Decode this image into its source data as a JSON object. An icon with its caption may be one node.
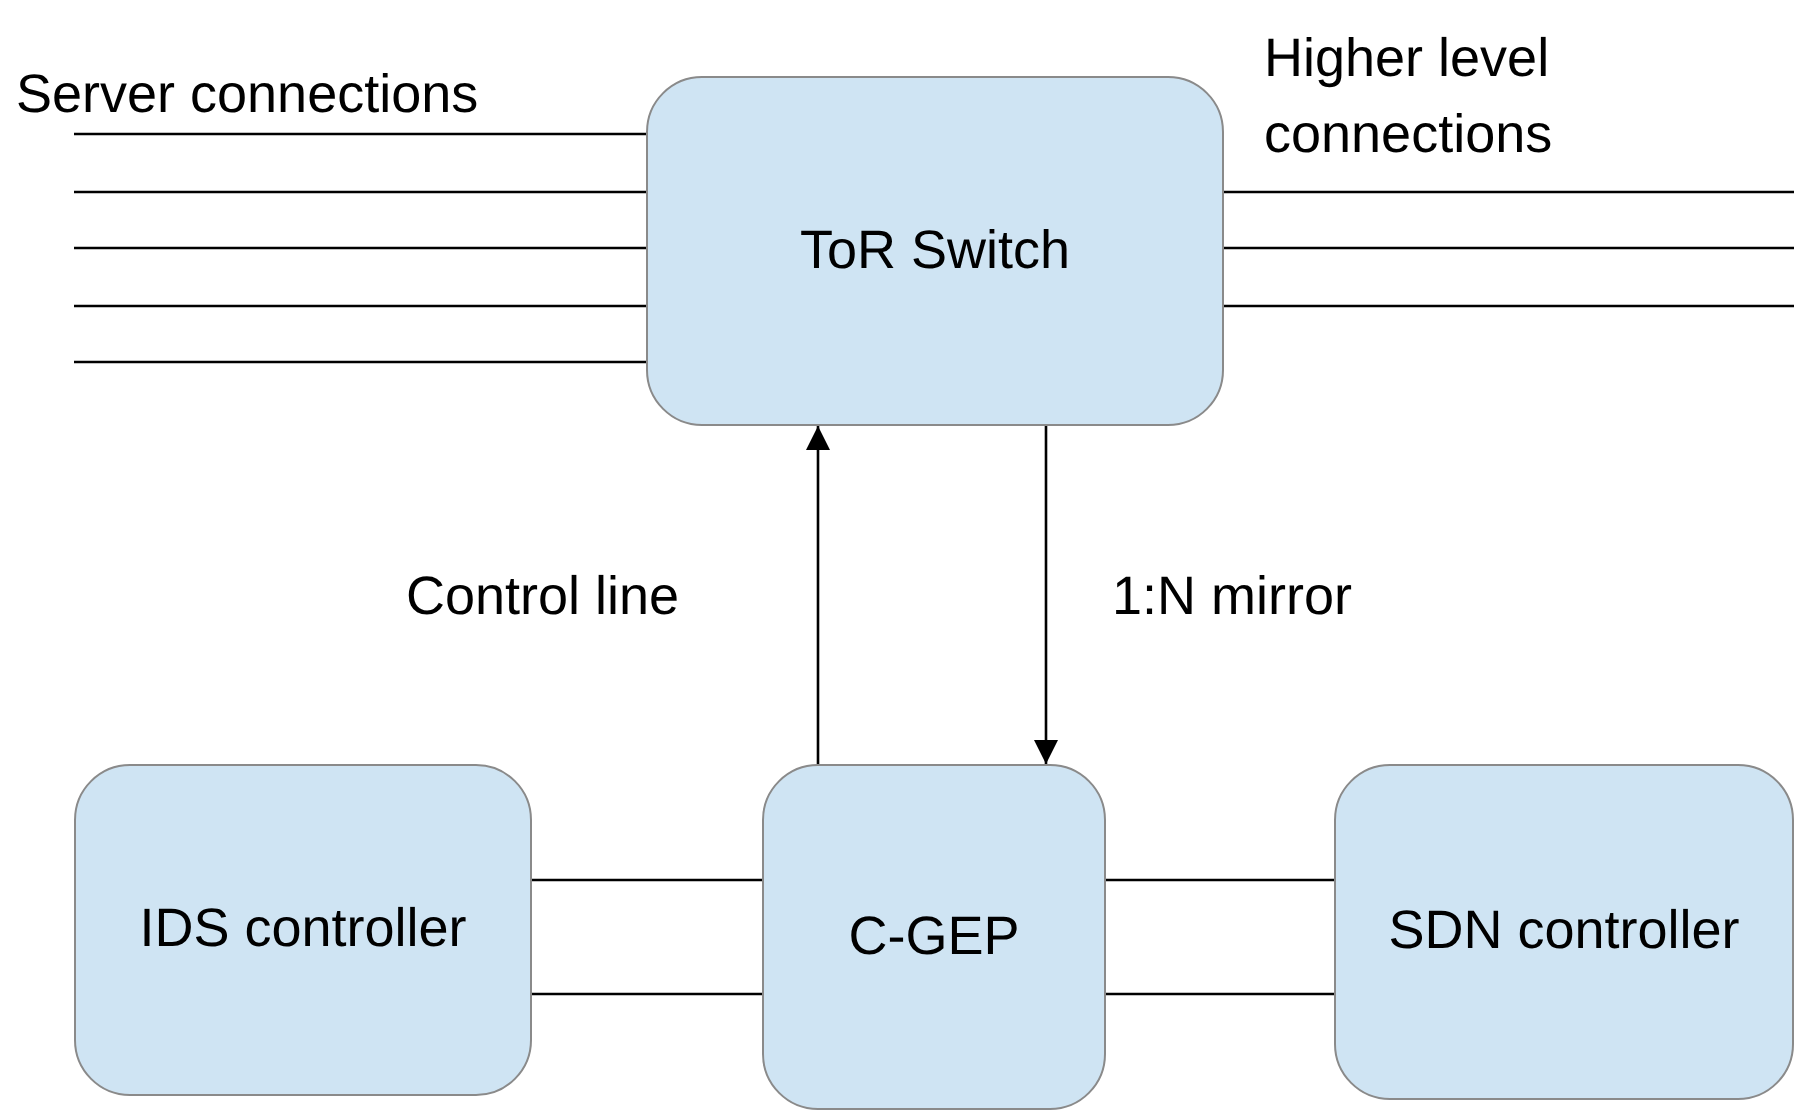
{
  "diagram": {
    "nodes": [
      {
        "text": [
          "ToR Switch"
        ]
      },
      {
        "text": [
          "IDS controller"
        ]
      },
      {
        "text": [
          "C-GEP"
        ]
      },
      {
        "text": [
          "SDN controller"
        ]
      }
    ],
    "edges": [
      {
        "from": null,
        "to": 0,
        "arrow": "none"
      },
      {
        "from": null,
        "to": 0,
        "arrow": "none"
      },
      {
        "from": null,
        "to": 0,
        "arrow": "none"
      },
      {
        "from": null,
        "to": 0,
        "arrow": "none"
      },
      {
        "from": null,
        "to": 0,
        "arrow": "none"
      },
      {
        "from": 0,
        "to": null,
        "arrow": "none"
      },
      {
        "from": 0,
        "to": null,
        "arrow": "none"
      },
      {
        "from": 0,
        "to": null,
        "arrow": "none"
      },
      {
        "from": 2,
        "to": 0,
        "label": "Control line",
        "arrow": "to"
      },
      {
        "from": 0,
        "to": 2,
        "label": "1:N mirror",
        "arrow": "to"
      },
      {
        "from": 1,
        "to": 2,
        "arrow": "none"
      },
      {
        "from": 1,
        "to": 2,
        "arrow": "none"
      },
      {
        "from": 2,
        "to": 3,
        "arrow": "none"
      },
      {
        "from": 2,
        "to": 3,
        "arrow": "none"
      }
    ],
    "labels": [
      "Server connections",
      "Higher level connections"
    ]
  }
}
